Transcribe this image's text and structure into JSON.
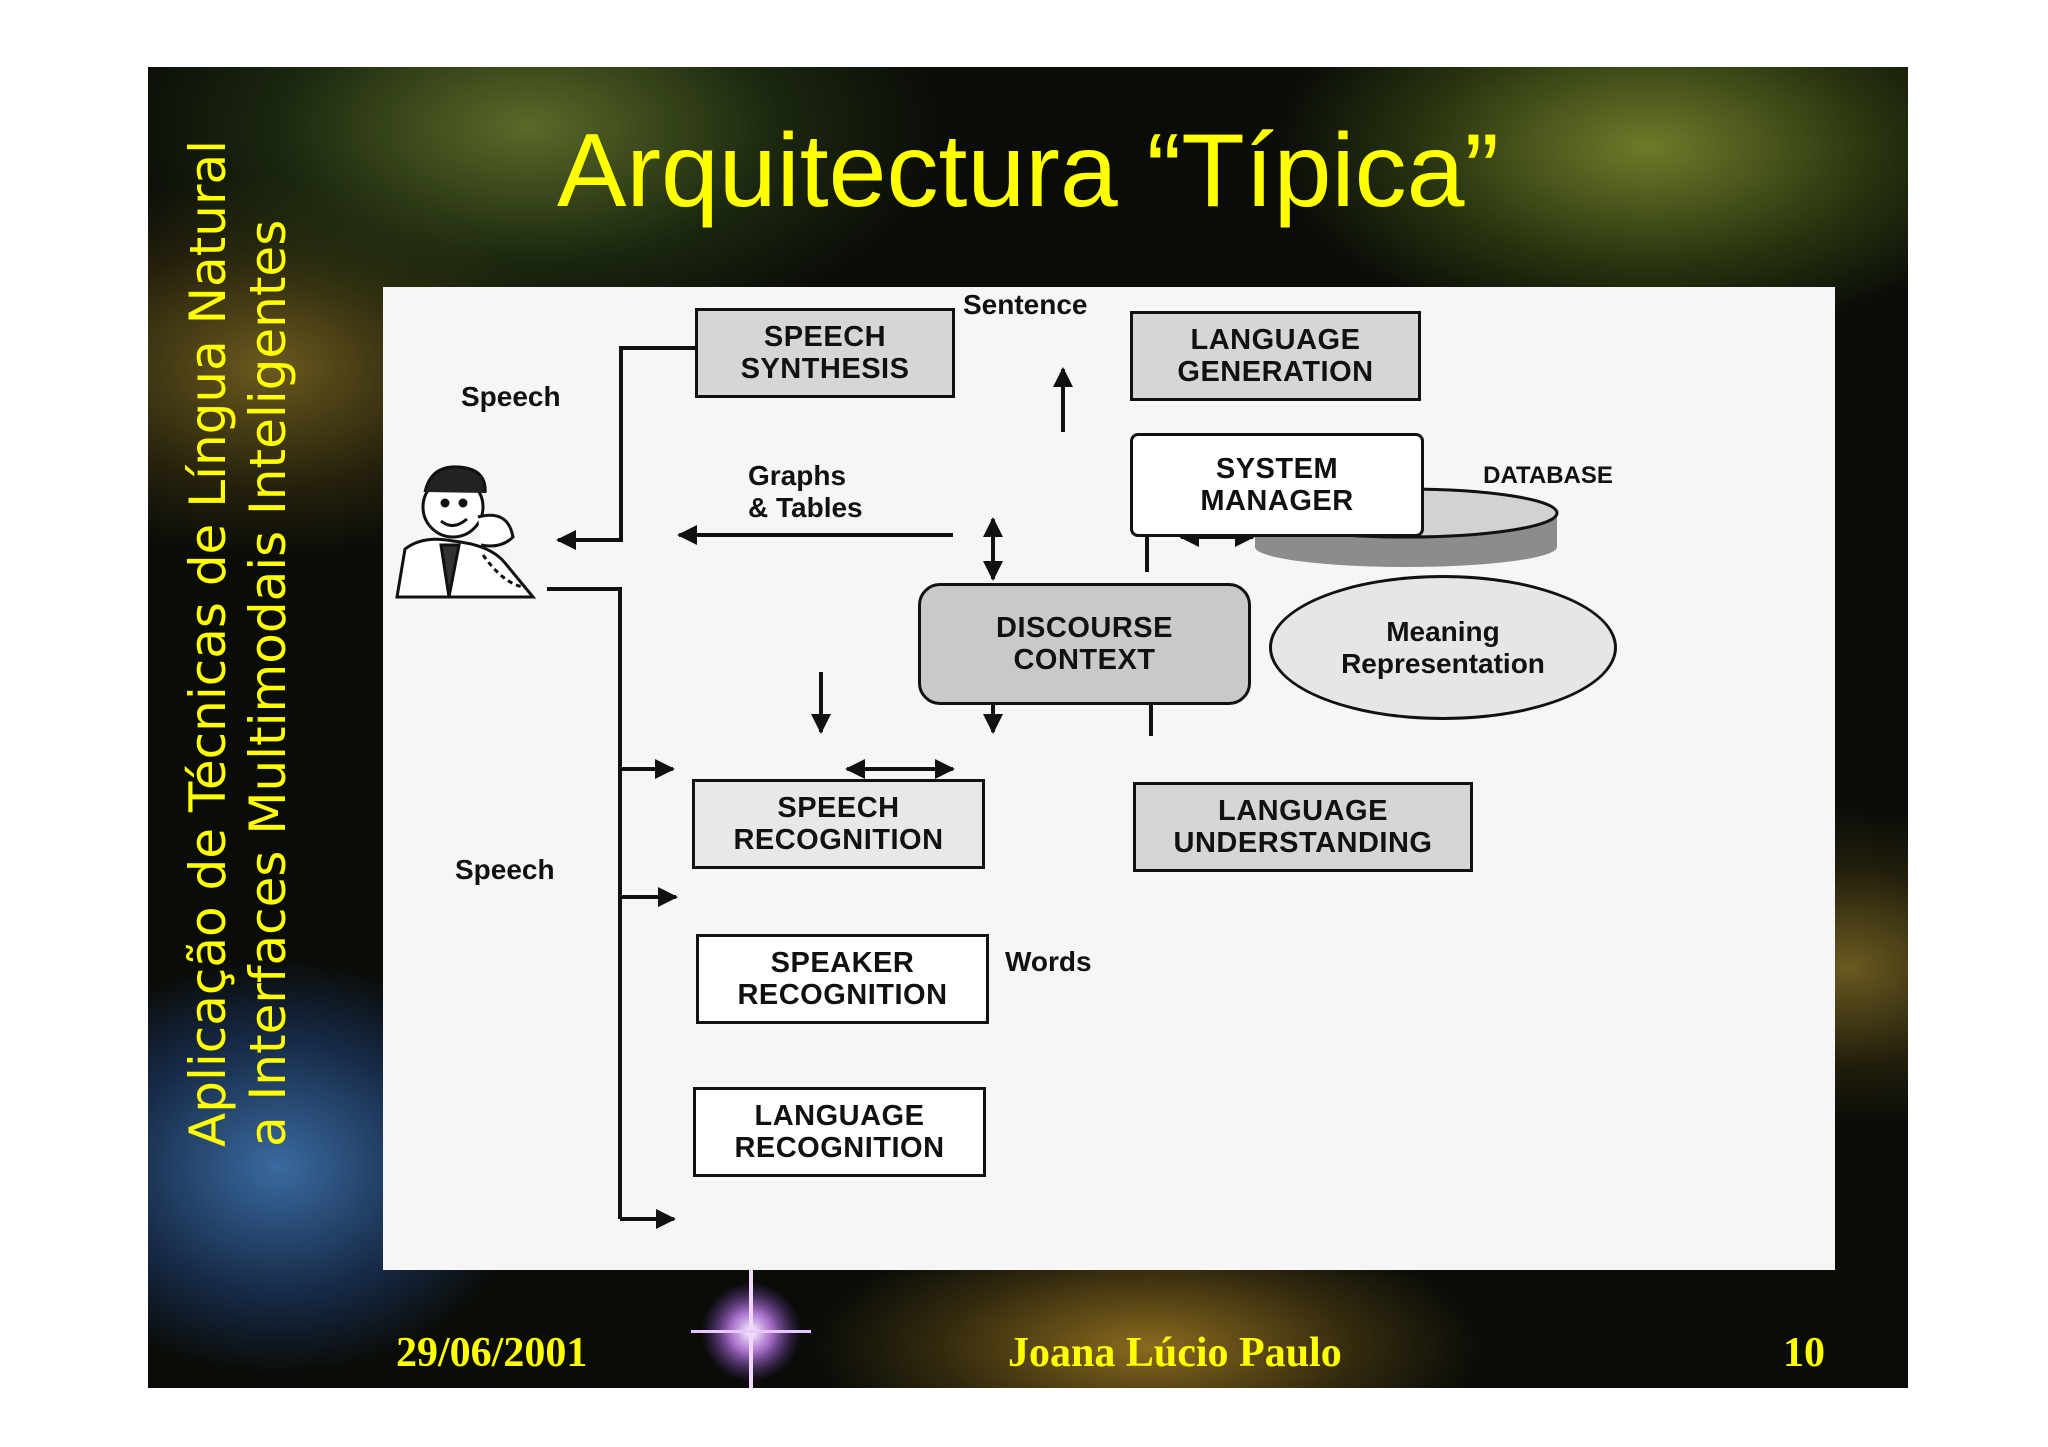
{
  "slide": {
    "title": "Arquitectura “Típica”",
    "side_line1": "Aplicação de Técnicas de Língua Natural",
    "side_line2": "a Interfaces Multimodais Inteligentes",
    "footer_date": "29/06/2001",
    "footer_author": "Joana Lúcio Paulo",
    "page_number": "10"
  },
  "diagram": {
    "boxes": {
      "speech_synthesis": "SPEECH\nSYNTHESIS",
      "language_generation": "LANGUAGE\nGENERATION",
      "system_manager": "SYSTEM\nMANAGER",
      "database": "DATABASE",
      "discourse_context": "DISCOURSE\nCONTEXT",
      "meaning_representation": "Meaning\nRepresentation",
      "speech_recognition": "SPEECH\nRECOGNITION",
      "language_understanding": "LANGUAGE\nUNDERSTANDING",
      "speaker_recognition": "SPEAKER\nRECOGNITION",
      "language_recognition": "LANGUAGE\nRECOGNITION"
    },
    "labels": {
      "sentence": "Sentence",
      "speech_out": "Speech",
      "graphs_tables": "Graphs\n& Tables",
      "speech_in": "Speech",
      "words": "Words"
    },
    "colors": {
      "title": "#ffff00",
      "panel_background": "#f6f6f6",
      "box_fill_gray": "#d6d6d6",
      "line": "#111111"
    },
    "icons": {
      "user": "person-on-telephone-icon"
    }
  }
}
